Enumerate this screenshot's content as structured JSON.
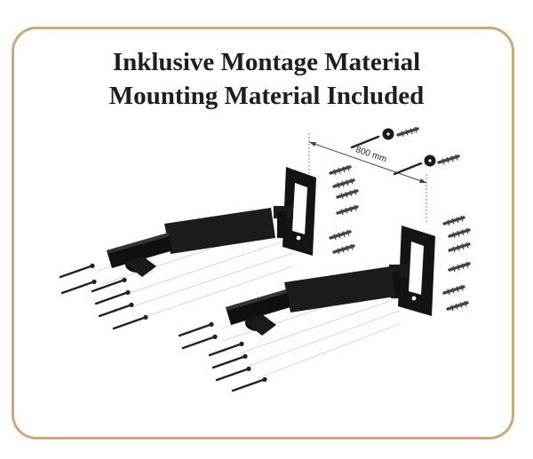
{
  "heading": {
    "line_de": "Inklusive Montage Material",
    "line_en": "Mounting Material Included"
  },
  "dimension": {
    "label": "800 mm"
  },
  "colors": {
    "frame_border": "#c9a97e",
    "product_black": "#141414",
    "text": "#1e1e1e"
  },
  "icons": [
    "wall-bracket",
    "screw",
    "wall-plug",
    "washer"
  ]
}
